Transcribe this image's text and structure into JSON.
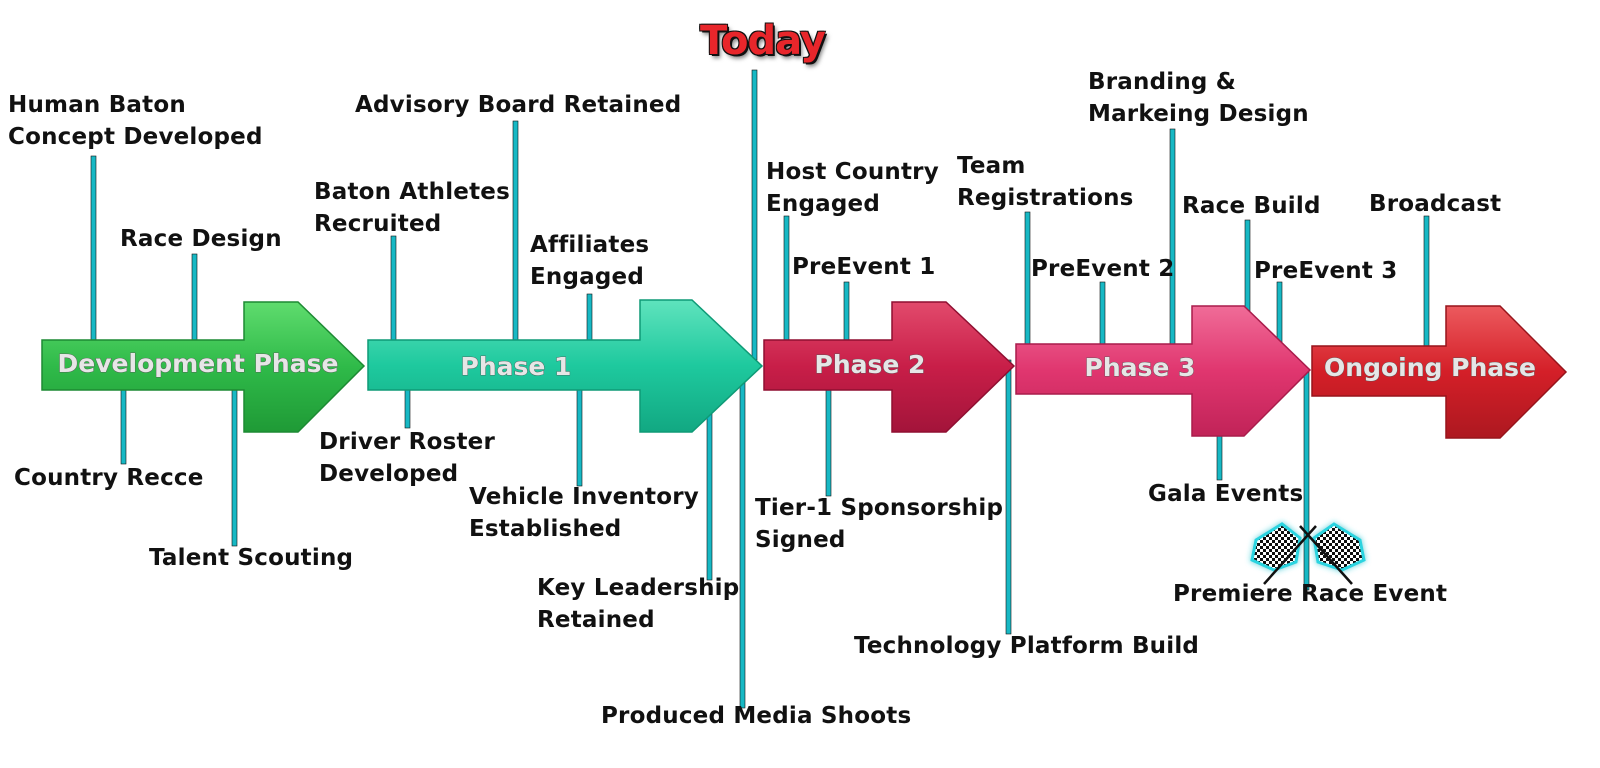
{
  "today_label": "Today",
  "colors": {
    "connector": "#17b8c4",
    "development": "#2fba49",
    "phase1": "#1ec99e",
    "phase2": "#c81e48",
    "phase3": "#e0366f",
    "ongoing": "#d41f28",
    "today": "#e8262b"
  },
  "phases": [
    {
      "label": "Development Phase"
    },
    {
      "label": "Phase 1"
    },
    {
      "label": "Phase 2"
    },
    {
      "label": "Phase 3"
    },
    {
      "label": "Ongoing Phase"
    }
  ],
  "milestones": {
    "human_baton": "Human Baton\nConcept Developed",
    "race_design": "Race Design",
    "country_recce": "Country Recce",
    "talent_scouting": "Talent Scouting",
    "baton_athletes": "Baton Athletes\nRecruited",
    "advisory_board": "Advisory Board Retained",
    "affiliates": "Affiliates\nEngaged",
    "driver_roster": "Driver Roster\nDeveloped",
    "vehicle_inventory": "Vehicle Inventory\nEstablished",
    "key_leadership": "Key Leadership\nRetained",
    "media_shoots": "Produced Media Shoots",
    "host_country": "Host Country\nEngaged",
    "preevent1": "PreEvent 1",
    "tier1": "Tier-1 Sponsorship\nSigned",
    "team_registrations": "Team\nRegistrations",
    "preevent2": "PreEvent 2",
    "branding": "Branding &\nMarkeing Design",
    "race_build": "Race Build",
    "preevent3": "PreEvent 3",
    "gala": "Gala Events",
    "premiere": "Premiere Race Event",
    "tech_platform": "Technology Platform Build",
    "broadcast": "Broadcast"
  }
}
